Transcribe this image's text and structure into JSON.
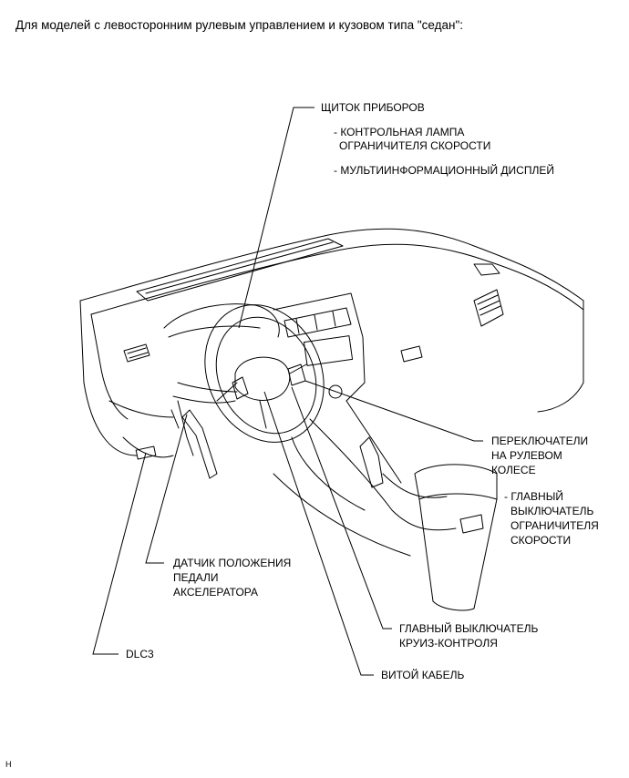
{
  "heading": "Для моделей с левосторонним рулевым управлением и кузовом типа \"седан\":",
  "labels": {
    "instrument_panel": "ЩИТОК ПРИБОРОВ",
    "speed_limiter_lamp_1": "- КОНТРОЛЬНАЯ ЛАМПА",
    "speed_limiter_lamp_2": "ОГРАНИЧИТЕЛЯ СКОРОСТИ",
    "multi_display": "- МУЛЬТИИНФОРМАЦИОННЫЙ ДИСПЛЕЙ",
    "steering_switches_1": "ПЕРЕКЛЮЧАТЕЛИ",
    "steering_switches_2": "НА РУЛЕВОМ",
    "steering_switches_3": "КОЛЕСЕ",
    "limiter_main_1": "- ГЛАВНЫЙ",
    "limiter_main_2": "ВЫКЛЮЧАТЕЛЬ",
    "limiter_main_3": "ОГРАНИЧИТЕЛЯ",
    "limiter_main_4": "СКОРОСТИ",
    "accel_sensor_1": "ДАТЧИК ПОЛОЖЕНИЯ",
    "accel_sensor_2": "ПЕДАЛИ",
    "accel_sensor_3": "АКСЕЛЕРАТОРА",
    "dlc3": "DLC3",
    "cruise_main_1": "ГЛАВНЫЙ ВЫКЛЮЧАТЕЛЬ",
    "cruise_main_2": "КРУИЗ-КОНТРОЛЯ",
    "spiral_cable": "ВИТОЙ КАБЕЛЬ"
  },
  "footer": "H"
}
